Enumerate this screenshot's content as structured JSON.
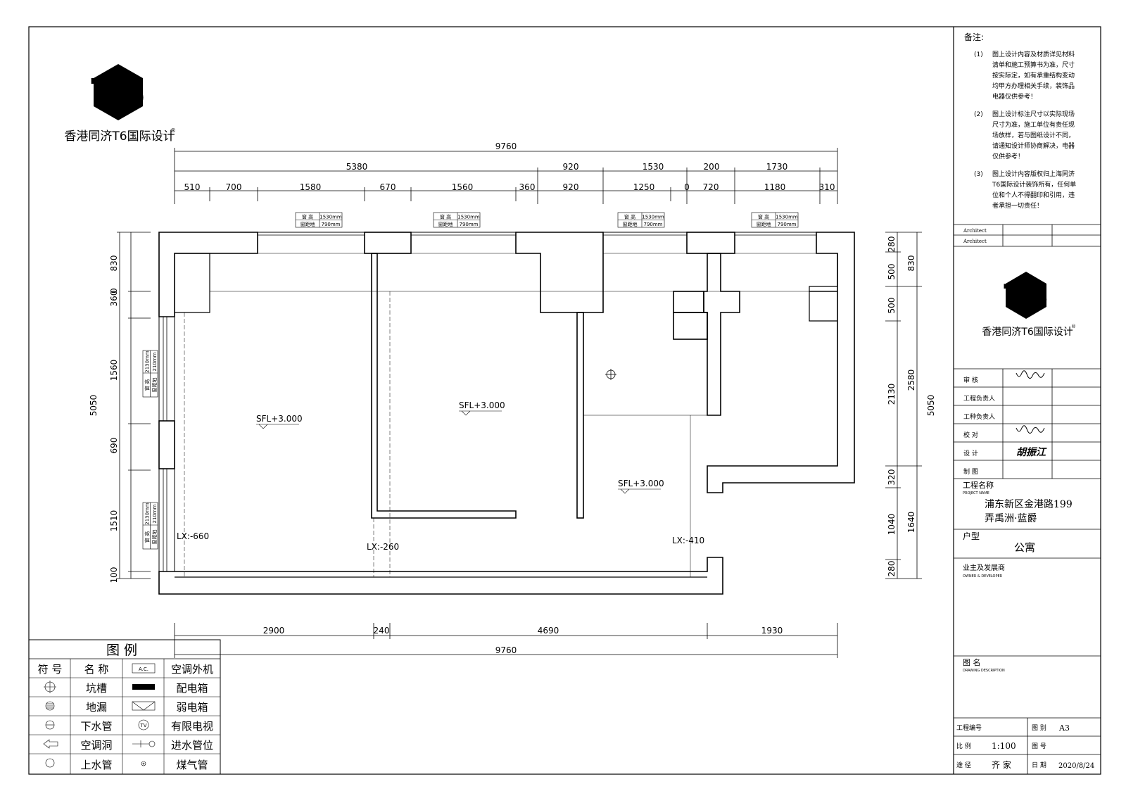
{
  "company": {
    "name": "香港同济T6国际设计",
    "logo_mark": "T6",
    "registered_mark": "®"
  },
  "dimensions": {
    "top_total": "9760",
    "top_row1": [
      "5380",
      "920",
      "1530",
      "200",
      "1730"
    ],
    "top_row2": [
      "510",
      "700",
      "1580",
      "670",
      "1560",
      "360",
      "920",
      "1250",
      "0",
      "720",
      "1180",
      "310"
    ],
    "bottom_row": [
      "2900",
      "240",
      "4690",
      "1930"
    ],
    "bottom_total": "9760",
    "left_total": "5050",
    "left_row": [
      "830",
      "360",
      "0",
      "1560",
      "690",
      "1510",
      "100"
    ],
    "right_inner": [
      "280",
      "500",
      "500",
      "2130",
      "320",
      "1040",
      "280"
    ],
    "right_outer": [
      "830",
      "2580",
      "1640"
    ],
    "right_total": "5050"
  },
  "window_tags": {
    "top": {
      "row1_label": "窗  高",
      "row1_value": "1530mm",
      "row2_label": "窗距地",
      "row2_value": "790mm"
    },
    "left": {
      "row1_label": "窗  高",
      "row1_value": "2130mm",
      "row2_label": "窗距地",
      "row2_value": "210mm"
    }
  },
  "floor_labels": {
    "sfl": [
      "SFL+3.000",
      "SFL+3.000",
      "SFL+3.000"
    ],
    "lx": [
      "LX:-660",
      "LX:-260",
      "LX:-410"
    ]
  },
  "legend": {
    "title": "图  例",
    "header": {
      "symbol": "符  号",
      "name": "名  称",
      "ac_symbol": "A.C.",
      "ac_name": "空调外机"
    },
    "rows": [
      {
        "left_icon": "pit-icon",
        "left_name": "坑槽",
        "right_icon": "distribution-box-icon",
        "right_name": "配电箱"
      },
      {
        "left_icon": "floor-drain-icon",
        "left_name": "地漏",
        "right_icon": "weak-current-box-icon",
        "right_name": "弱电箱"
      },
      {
        "left_icon": "drain-pipe-icon",
        "left_name": "下水管",
        "right_icon": "tv-icon",
        "right_name": "有限电视",
        "right_icon_text": "TV"
      },
      {
        "left_icon": "ac-hole-icon",
        "left_name": "空调洞",
        "right_icon": "water-inlet-icon",
        "right_name": "进水管位"
      },
      {
        "left_icon": "water-supply-icon",
        "left_name": "上水管",
        "right_icon": "gas-pipe-icon",
        "right_name": "煤气管"
      }
    ]
  },
  "notes": {
    "title": "备注:",
    "items": [
      {
        "num": "(1)",
        "lines": [
          "图上设计内容及材质详见材料",
          "清单和施工预算书为准，尺寸",
          "按实际定，如有承重结构变动",
          "均甲方办理相关手续，装饰品",
          "电器仅供参考！"
        ]
      },
      {
        "num": "(2)",
        "lines": [
          "图上设计标注尺寸以实际现场",
          "尺寸为准，施工单位有责任现",
          "场放样，若与图纸设计不同，",
          "请通知设计师协商解决，电器",
          "仅供参考！"
        ]
      },
      {
        "num": "(3)",
        "lines": [
          "图上设计内容版权归上海同济",
          "T6国际设计装饰所有，任何单",
          "位和个人不得翻印和引用，违",
          "者承担一切责任！"
        ]
      }
    ]
  },
  "title_block": {
    "architect_rows": [
      "Architect",
      "Architect"
    ],
    "sign_rows": [
      "审    核",
      "工程负责人",
      "工种负责人",
      "校    对",
      "设    计",
      "制    图"
    ],
    "designer_signature": "胡振江",
    "project_label": "工程名称",
    "project_label_en": "PROJECT NAME",
    "project_name_lines": [
      "浦东新区金港路199",
      "弄禹洲·蓝爵"
    ],
    "type_label": "户型",
    "type_value": "公寓",
    "owner_label": "业主及发展商",
    "owner_label_en": "OWNER & DEVELOPER",
    "drawing_label": "图 名",
    "drawing_label_en": "DRAWING DESCRIPTION",
    "project_no_label": "工程编号",
    "sheet_label": "图 别",
    "sheet_value": "A3",
    "scale_label": "比 例",
    "scale_value": "1:100",
    "drawing_no_label": "图 号",
    "approach_label": "途 径",
    "approach_value": "齐 家",
    "date_label": "日 期",
    "date_value": "2020/8/24"
  }
}
